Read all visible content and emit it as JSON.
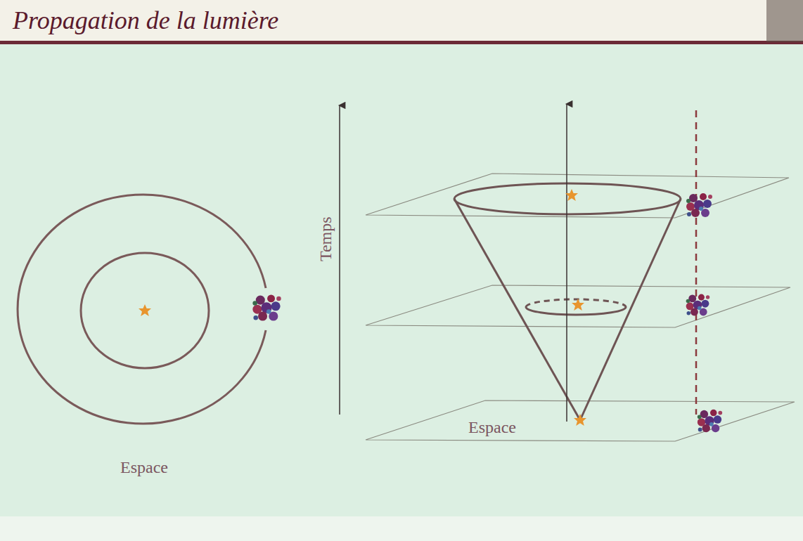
{
  "diagram": {
    "title": "Propagation de la lumière",
    "labels": [
      "Espace",
      "Temps",
      "Espace"
    ]
  }
}
